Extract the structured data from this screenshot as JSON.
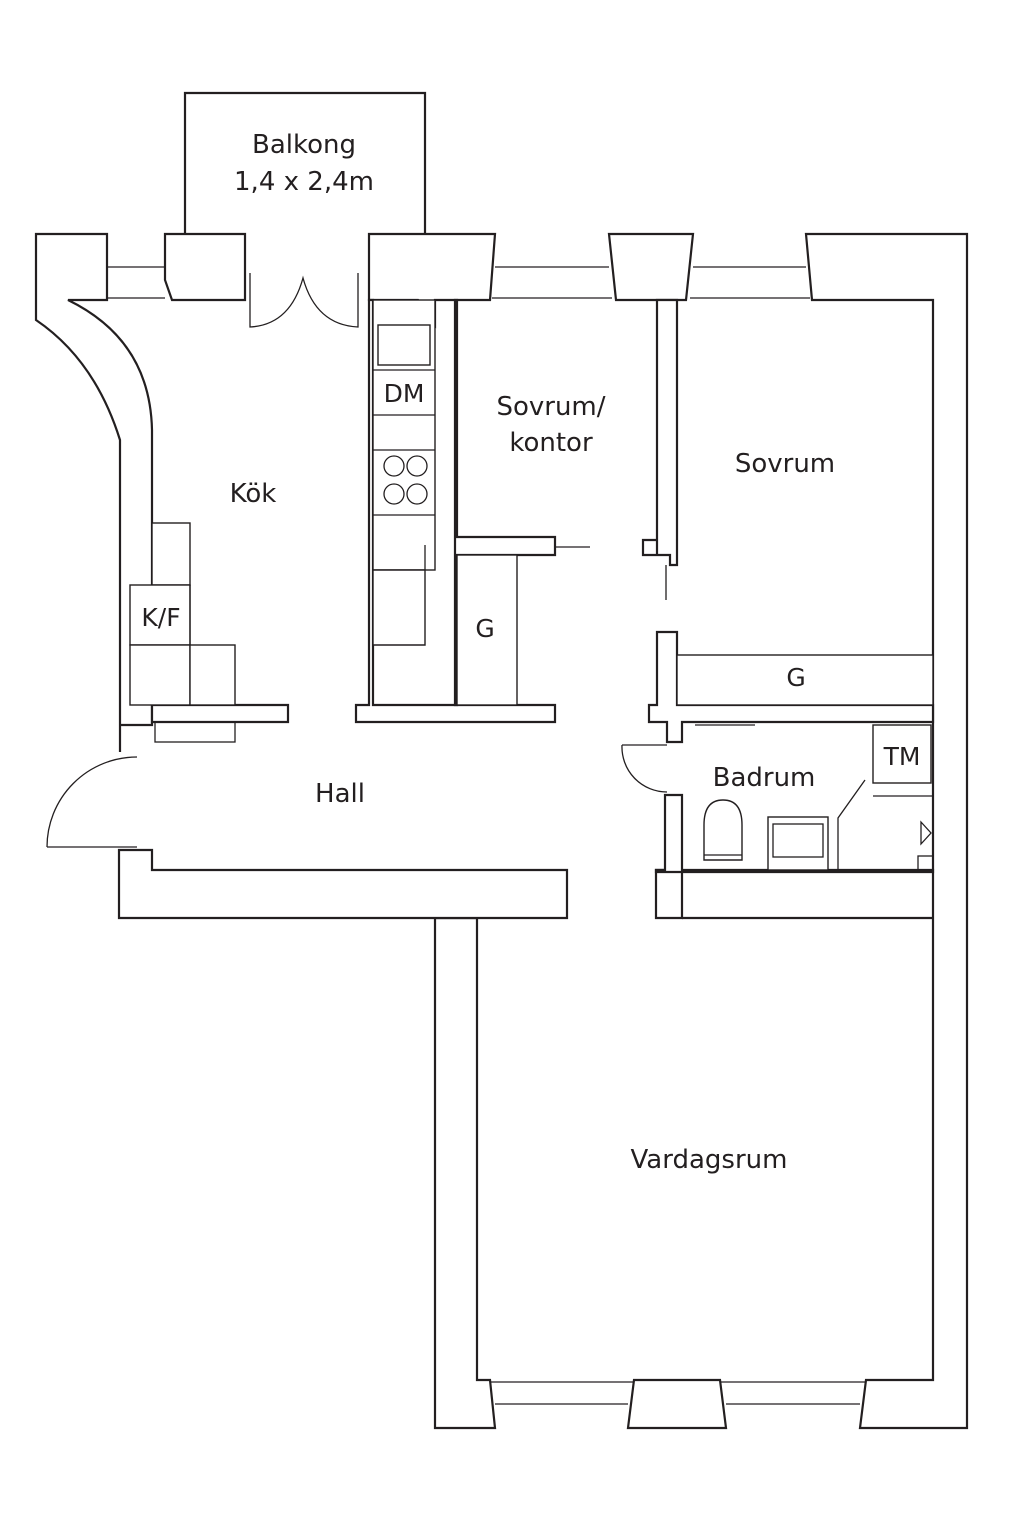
{
  "rooms": {
    "balcony": {
      "name": "Balkong",
      "size": "1,4 x 2,4m"
    },
    "kitchen": {
      "name": "Kök"
    },
    "office": {
      "name_line1": "Sovrum/",
      "name_line2": "kontor"
    },
    "bedroom": {
      "name": "Sovrum"
    },
    "hall": {
      "name": "Hall"
    },
    "bathroom": {
      "name": "Badrum"
    },
    "living": {
      "name": "Vardagsrum"
    }
  },
  "fixtures": {
    "dishwasher": "DM",
    "fridge_freezer": "K/F",
    "closet_office": "G",
    "closet_bedroom": "G",
    "washing_machine": "TM"
  },
  "colors": {
    "line": "#231f20",
    "background": "#ffffff"
  }
}
